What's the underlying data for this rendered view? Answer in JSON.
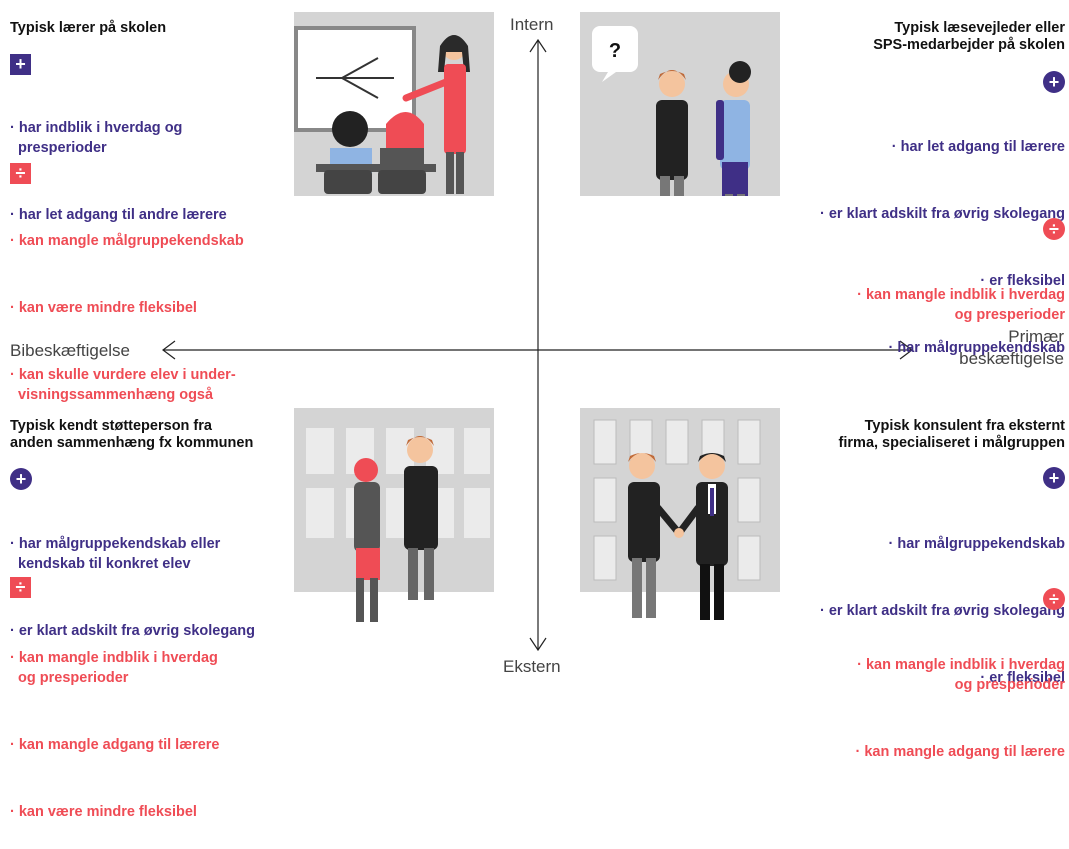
{
  "axes": {
    "top": "Intern",
    "bottom": "Ekstern",
    "left": "Bibeskæftigelse",
    "right_line1": "Primær",
    "right_line2": "beskæftigelse"
  },
  "quadrants": {
    "top_left": {
      "title": "Typisk lærer på skolen",
      "pros": [
        "· har indblik i hverdag og\n  presperioder",
        "· har let adgang til andre lærere"
      ],
      "cons": [
        "· kan mangle målgruppekendskab",
        "· kan være mindre fleksibel",
        "· kan skulle vurdere elev i under-\n  visningssammenhæng også"
      ]
    },
    "top_right": {
      "title": "Typisk læsevejleder eller\nSPS-medarbejder på skolen",
      "pros": [
        "· har let adgang til lærere",
        "· er klart adskilt fra øvrig skolegang",
        "· er fleksibel",
        "· har målgruppekendskab"
      ],
      "cons": [
        "· kan mangle indblik i hverdag\n  og presperioder"
      ]
    },
    "bottom_left": {
      "title": "Typisk kendt støtteperson fra\nanden sammenhæng fx kommunen",
      "pros": [
        "· har målgruppekendskab eller\n  kendskab til konkret elev",
        "· er klart adskilt fra øvrig skolegang"
      ],
      "cons": [
        "· kan mangle indblik i hverdag\n  og presperioder",
        "· kan mangle adgang til lærere",
        "· kan være mindre fleksibel"
      ]
    },
    "bottom_right": {
      "title": "Typisk konsulent fra eksternt\nfirma, specialiseret i målgruppen",
      "pros": [
        "· har målgruppekendskab",
        "· er klart adskilt fra øvrig skolegang",
        "· er fleksibel"
      ],
      "cons": [
        "· kan mangle indblik i hverdag\n  og presperioder",
        "· kan mangle adgang til lærere"
      ]
    }
  },
  "speech_bubble": "?",
  "colors": {
    "pro": "#3f2f86",
    "con": "#ef4c55",
    "panel": "#d4d4d4"
  },
  "icons": {
    "pro": "plus-icon",
    "con": "divide-icon"
  }
}
